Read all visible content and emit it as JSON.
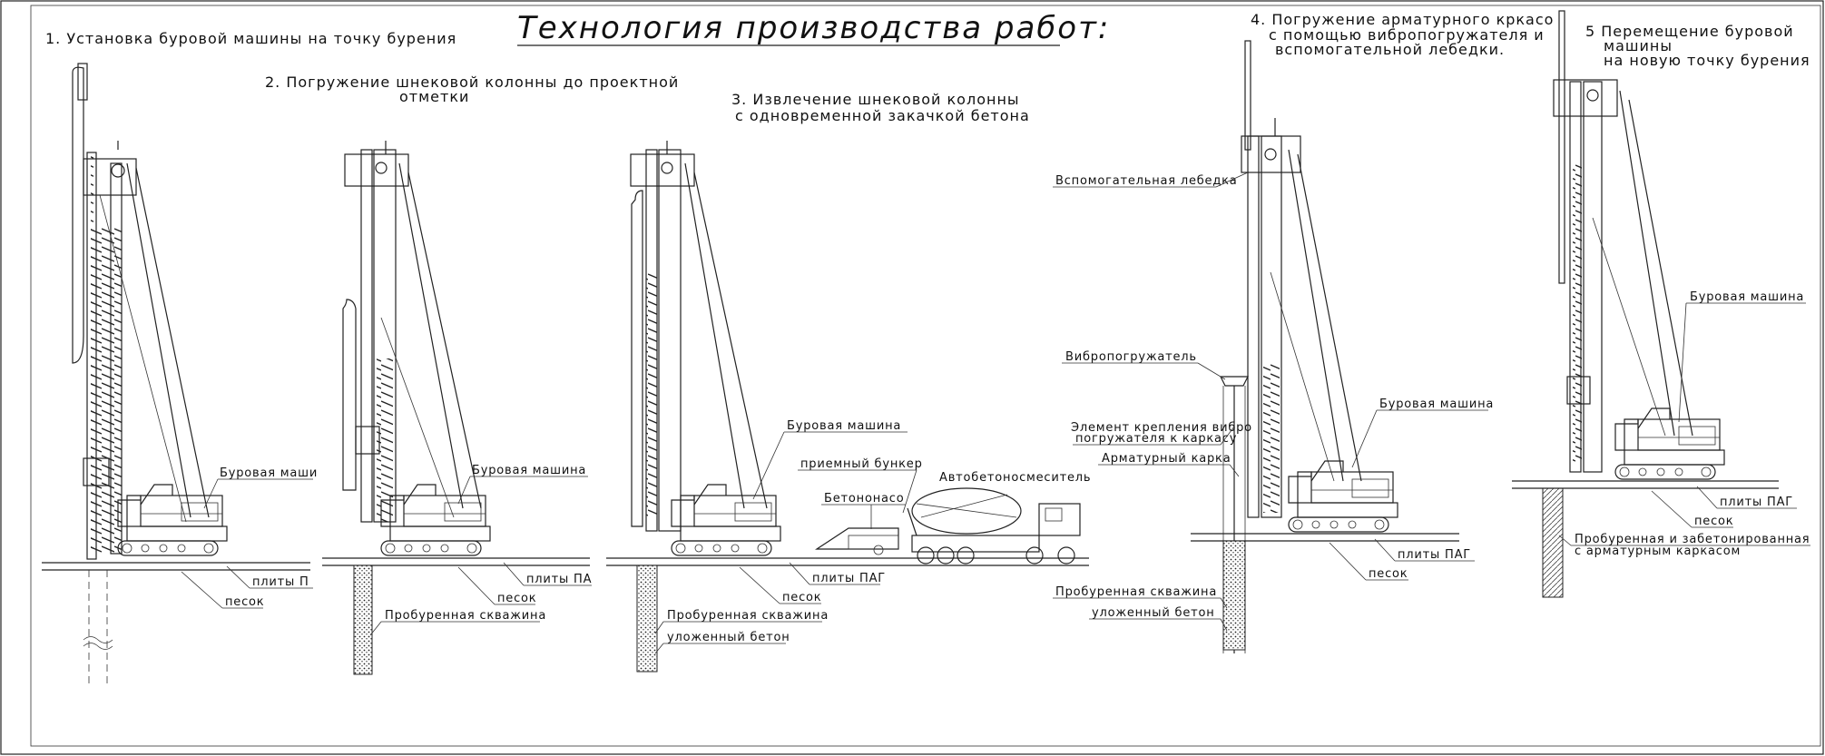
{
  "title": "Технология производства работ:",
  "steps": {
    "s1": "1.  Установка буровой машины на точку бурения",
    "s2a": "2.  Погружение шнековой колонны до проектной",
    "s2b": "отметки",
    "s3a": "3.  Извлечение шнековой колонны",
    "s3b": "с одновременной закачкой бетона",
    "s4a": "4.  Погружение арматурного кркасо",
    "s4b": "с помощью вибропогружателя и",
    "s4c": "вспомогательной лебедки.",
    "s5a": "5  Перемещение буровой",
    "s5b": "машины",
    "s5c": "на новую точку бурения"
  },
  "labels": {
    "rig1": "Буровая маши",
    "slabs1": "плиты П",
    "sand1": "песок",
    "rig2": "Буровая машина",
    "slabs2": "плиты ПА",
    "sand2": "песок",
    "hole2": "Пробуренная скважина",
    "rig3": "Буровая машина",
    "hopper3": "приемный бункер",
    "pump3": "Бетононасо",
    "mixer3": "Автобетоносмеситель",
    "slabs3": "плиты ПАГ",
    "sand3": "песок",
    "hole3": "Пробуренная скважина",
    "concrete3": "уложенный бетон",
    "winch4": "Вспомогательная лебедка",
    "vibro4": "Вибропогружатель",
    "fix4a": "Элемент крепления вибро",
    "fix4b": "погружателя к каркасу",
    "cage4": "Арматурный карка",
    "rig4": "Буровая машина",
    "slabs4": "плиты ПАГ",
    "sand4": "песок",
    "hole4": "Пробуренная скважина",
    "concrete4": "уложенный бетон",
    "rig5": "Буровая машина",
    "slabs5": "плиты ПАГ",
    "sand5": "песок",
    "pile5a": "Пробуренная и забетонированная",
    "pile5b": "с арматурным каркасом"
  }
}
